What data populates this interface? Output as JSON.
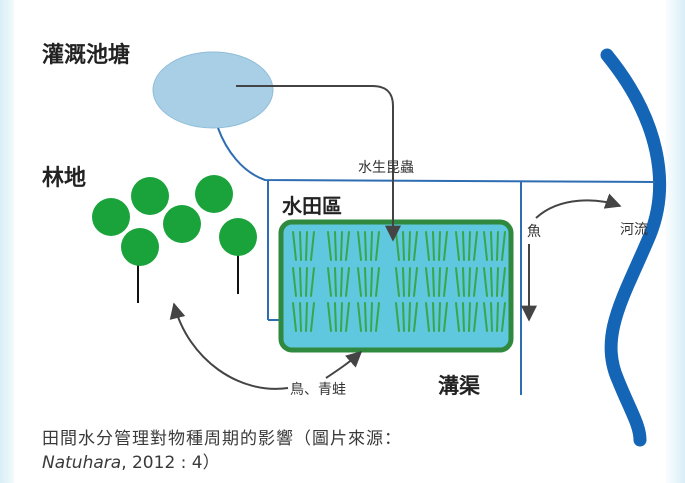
{
  "labels": {
    "pond": "灌溉池塘",
    "forest": "林地",
    "paddy": "水田區",
    "insects": "水生昆蟲",
    "fish": "魚",
    "river": "河流",
    "birds_frogs": "鳥、青蛙",
    "ditch": "溝渠"
  },
  "caption": {
    "line1": "田間水分管理對物種周期的影響（圖片來源：",
    "author": "Natuhara",
    "line2_rest": ", 2012 : 4）"
  },
  "colors": {
    "pond_fill": "#a9cfe6",
    "paddy_fill": "#5fc7de",
    "paddy_border": "#2f8a3f",
    "rice": "#3aa64a",
    "tree": "#1aa33a",
    "river": "#1465b5",
    "channel": "#2f6db3",
    "arrow": "#444444"
  }
}
